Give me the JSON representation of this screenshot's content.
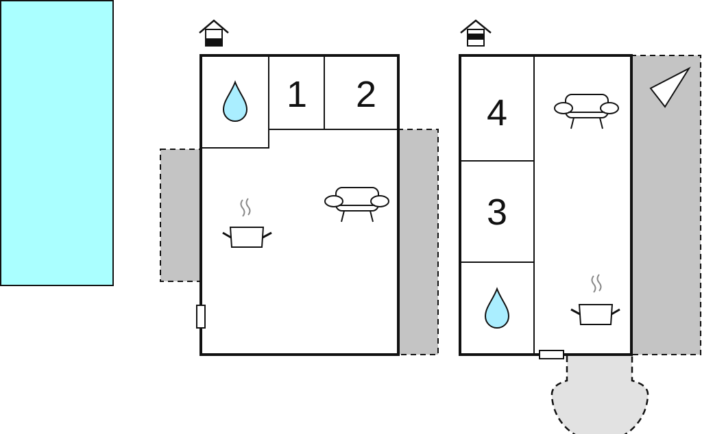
{
  "rooms": {
    "bedroom_1": {
      "label": "1"
    },
    "bedroom_2": {
      "label": "2"
    },
    "bedroom_3": {
      "label": "3"
    },
    "bedroom_4": {
      "label": "4"
    }
  },
  "icons": {
    "house_marker": "house-with-level-icon",
    "bathroom": "water-drop-icon",
    "kitchen": "cooking-pot-icon",
    "living": "sofa-icon",
    "compass": "triangle-marker-icon"
  },
  "colors": {
    "pool": "#aaffff",
    "outdoor_area": "#c4c4c4",
    "entrance_area": "#e2e2e2",
    "water_drop": "#aaeeff",
    "wall": "#111111",
    "background": "#ffffff"
  }
}
